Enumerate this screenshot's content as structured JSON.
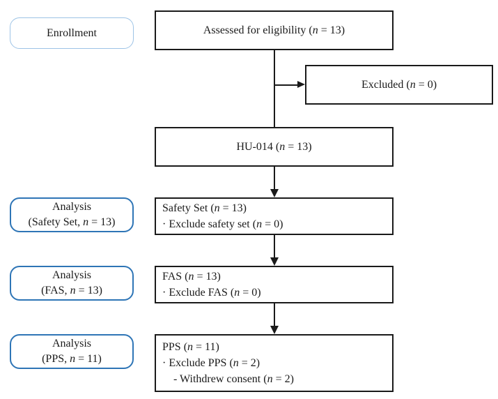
{
  "diagram": {
    "type": "consort-flow",
    "stage_labels": [
      {
        "id": "enrollment",
        "lines": [
          "Enrollment"
        ]
      },
      {
        "id": "analysis-safety",
        "lines": [
          "Analysis",
          "(Safety Set, n = 13)"
        ]
      },
      {
        "id": "analysis-fas",
        "lines": [
          "Analysis",
          "(FAS, n = 13)"
        ]
      },
      {
        "id": "analysis-pps",
        "lines": [
          "Analysis",
          "(PPS, n = 11)"
        ]
      }
    ],
    "boxes": {
      "assessed": {
        "lines": [
          "Assessed for eligibility (n = 13)"
        ]
      },
      "excluded": {
        "lines": [
          "Excluded (n = 0)"
        ]
      },
      "hu014": {
        "lines": [
          "HU-014 (n = 13)"
        ]
      },
      "safety_set": {
        "lines": [
          "Safety Set (n = 13)",
          "· Exclude safety set (n = 0)"
        ]
      },
      "fas": {
        "lines": [
          "FAS (n = 13)",
          "· Exclude FAS (n = 0)"
        ]
      },
      "pps": {
        "lines": [
          "PPS (n = 11)",
          "· Exclude PPS (n = 2)",
          "- Withdrew consent (n = 2)"
        ]
      }
    },
    "colors": {
      "enrollment_border": "#9DC3E6",
      "analysis_border": "#2E75B6",
      "box_border": "#1a1a1a",
      "text": "#1a1a1a",
      "background": "#ffffff"
    }
  }
}
